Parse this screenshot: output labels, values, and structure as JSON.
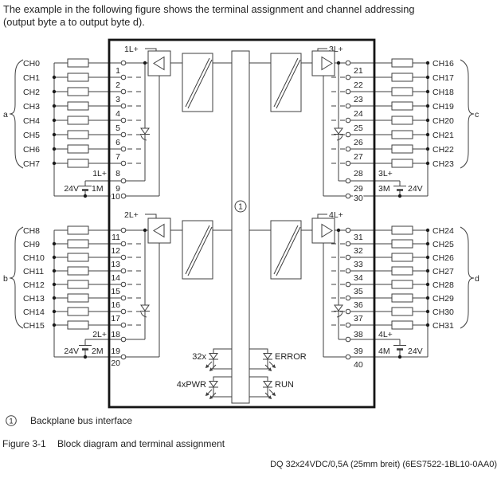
{
  "header": {
    "line1": "The example in the following figure shows the terminal assignment and channel addressing",
    "line2": "(output byte a to output byte d)."
  },
  "diagram": {
    "bus_interface_number": "1",
    "supply_voltage": "24V",
    "indicators": {
      "channel_status": "32x",
      "power": "4xPWR",
      "error": "ERROR",
      "run": "RUN"
    },
    "groups": [
      {
        "byte_label": "a",
        "top_supply": "1L+",
        "supply_label": "1L+",
        "supply_terminal": "8",
        "ground_label": "1M",
        "ground_terminal": "9",
        "return_terminal": "10",
        "channels": [
          "CH0",
          "CH1",
          "CH2",
          "CH3",
          "CH4",
          "CH5",
          "CH6",
          "CH7"
        ],
        "terminal_numbers": [
          "1",
          "2",
          "3",
          "4",
          "5",
          "6",
          "7"
        ]
      },
      {
        "byte_label": "b",
        "top_supply": "2L+",
        "supply_label": "2L+",
        "supply_terminal": "18",
        "ground_label": "2M",
        "ground_terminal": "19",
        "return_terminal": "20",
        "channels": [
          "CH8",
          "CH9",
          "CH10",
          "CH11",
          "CH12",
          "CH13",
          "CH14",
          "CH15"
        ],
        "terminal_numbers": [
          "11",
          "12",
          "13",
          "14",
          "15",
          "16",
          "17"
        ]
      },
      {
        "byte_label": "c",
        "top_supply": "3L+",
        "supply_label": "3L+",
        "supply_terminal": "28",
        "ground_label": "3M",
        "ground_terminal": "29",
        "return_terminal": "30",
        "channels": [
          "CH16",
          "CH17",
          "CH18",
          "CH19",
          "CH20",
          "CH21",
          "CH22",
          "CH23"
        ],
        "terminal_numbers": [
          "21",
          "22",
          "23",
          "24",
          "25",
          "26",
          "27"
        ]
      },
      {
        "byte_label": "d",
        "top_supply": "4L+",
        "supply_label": "4L+",
        "supply_terminal": "38",
        "ground_label": "4M",
        "ground_terminal": "39",
        "return_terminal": "40",
        "channels": [
          "CH24",
          "CH25",
          "CH26",
          "CH27",
          "CH28",
          "CH29",
          "CH30",
          "CH31"
        ],
        "terminal_numbers": [
          "31",
          "32",
          "33",
          "34",
          "35",
          "36",
          "37"
        ]
      }
    ]
  },
  "footer": {
    "legend_number": "1",
    "legend_text": "Backplane bus interface",
    "figure_label": "Figure 3-1",
    "figure_caption": "Block diagram and terminal assignment",
    "document_reference": "DQ 32x24VDC/0,5A (25mm breit) (6ES7522-1BL10-0AA0)"
  }
}
